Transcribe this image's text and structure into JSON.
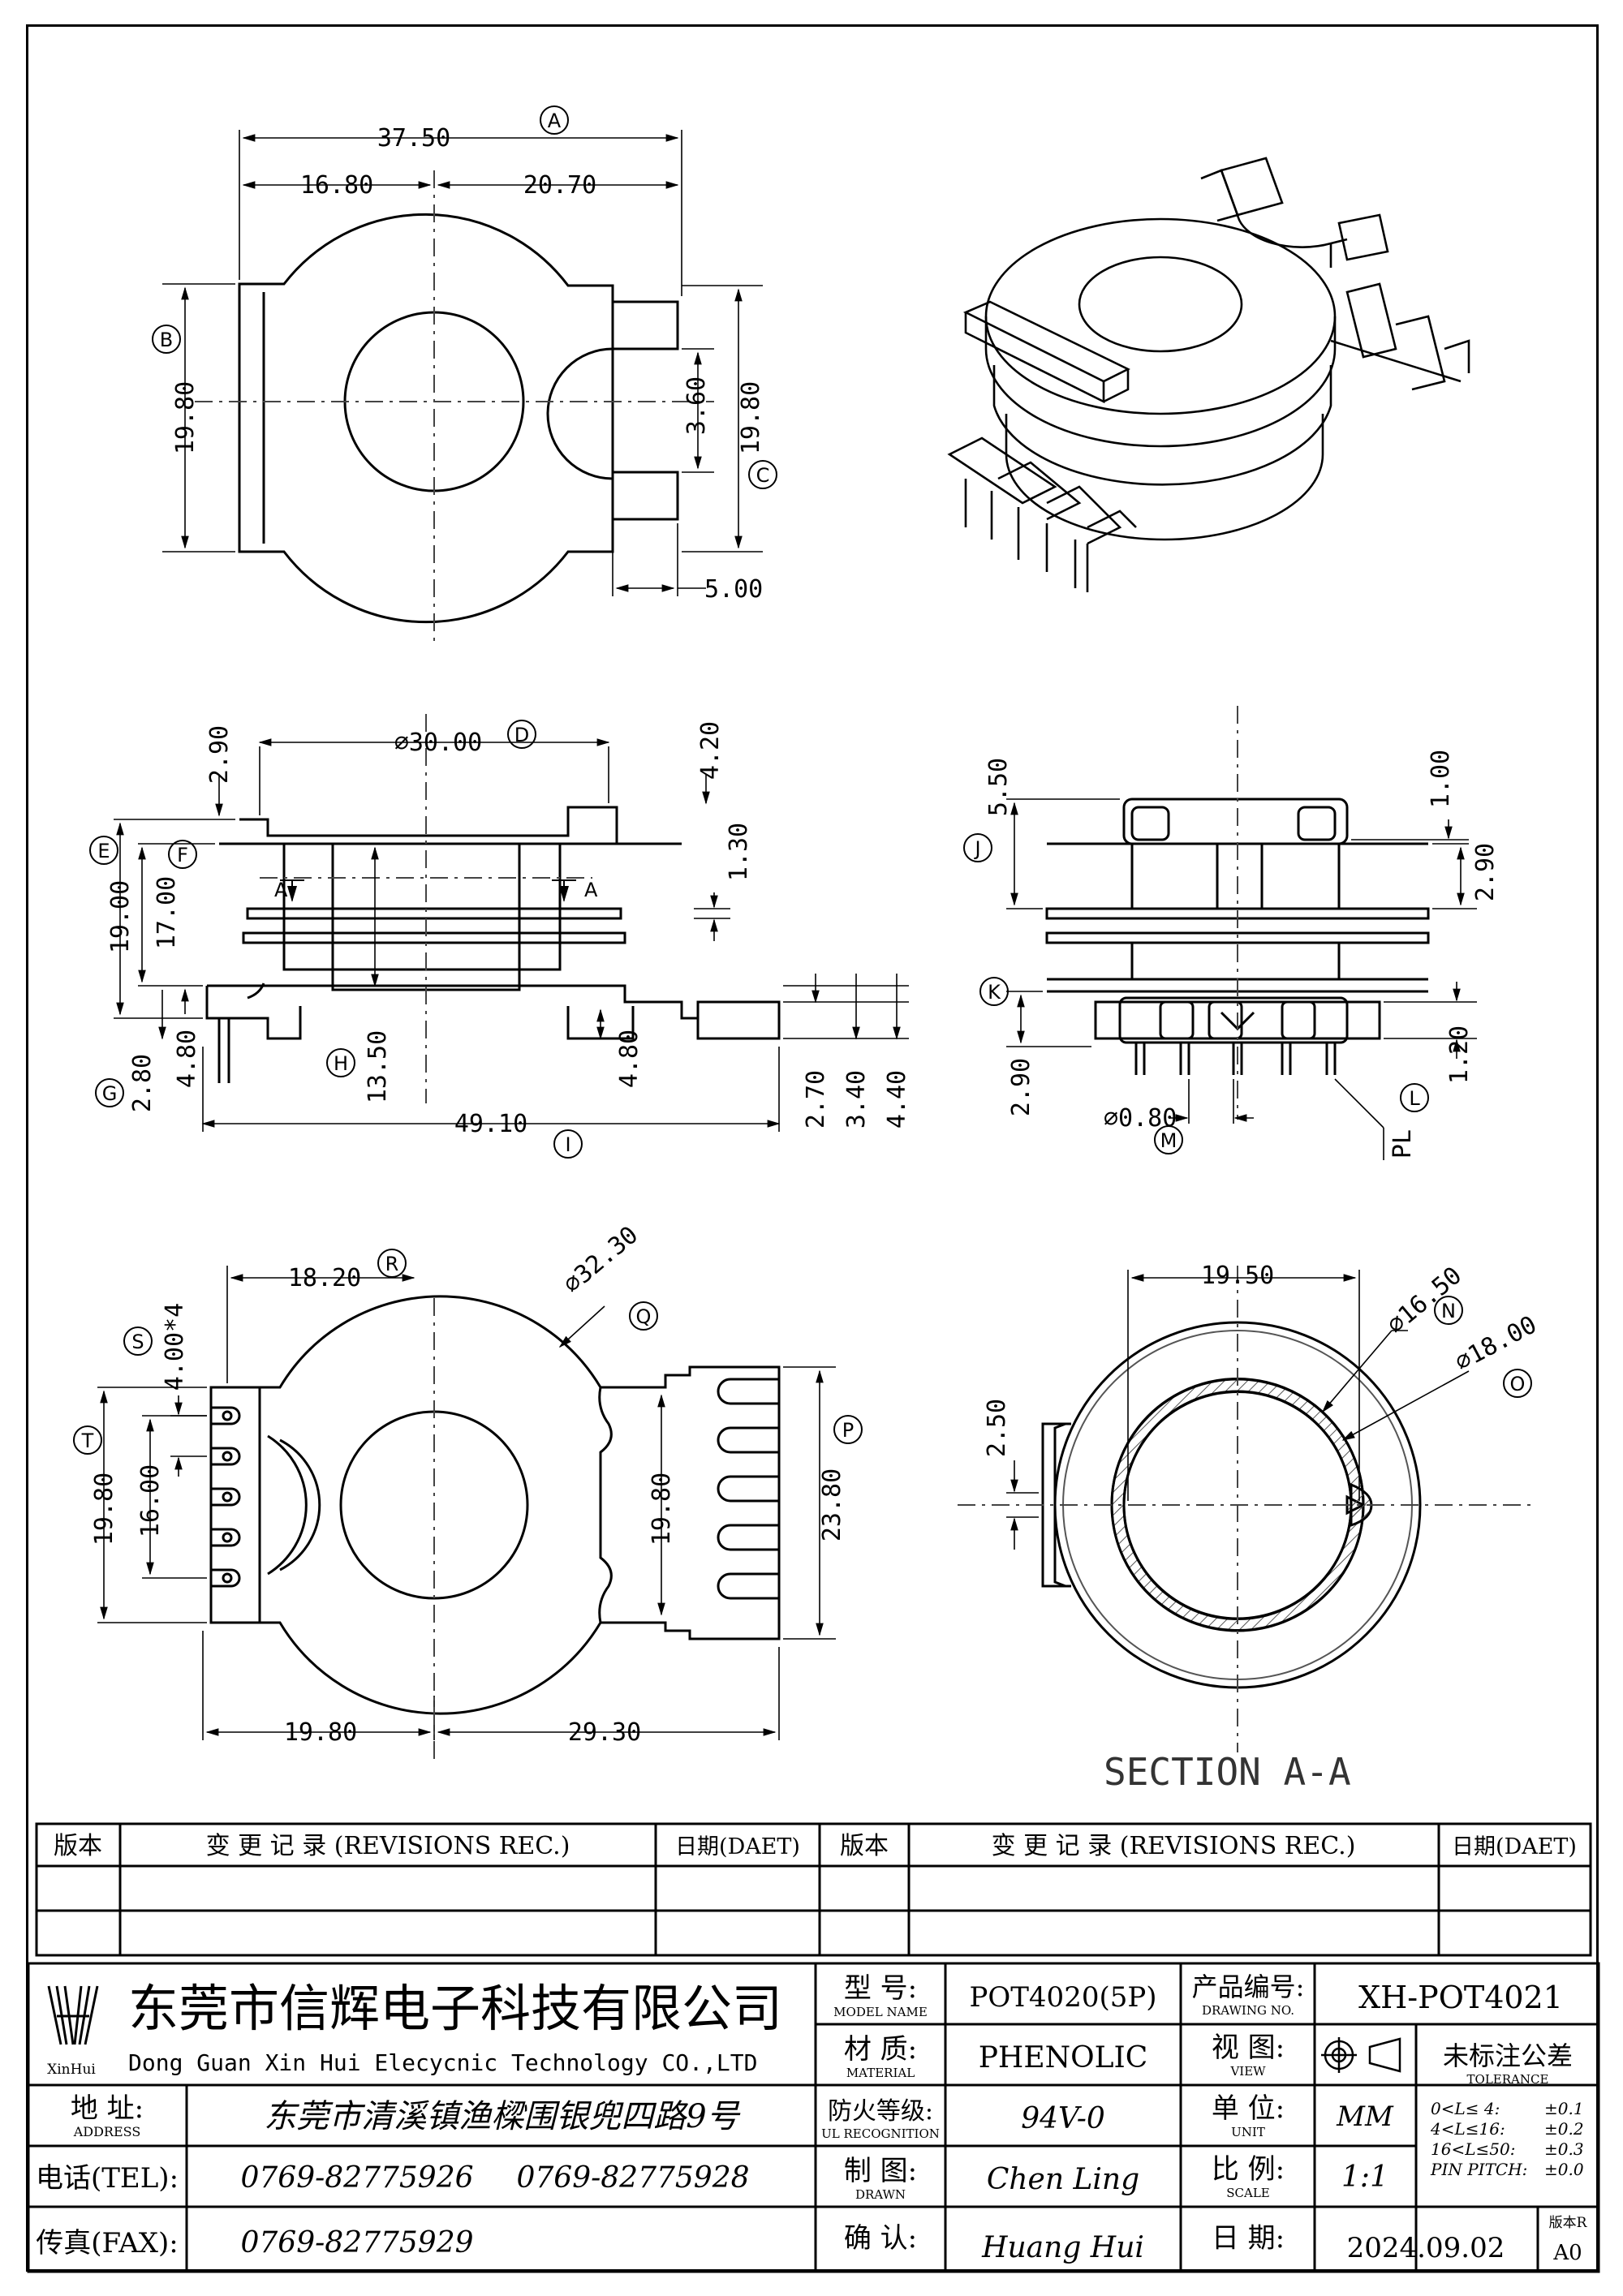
{
  "views": {
    "top": {
      "dims": {
        "overall_width": "37.50",
        "left_part": "16.80",
        "right_part": "20.70",
        "height_left": "19.80",
        "height_right": "19.80",
        "slot": "3.60",
        "pin_width": "5.00"
      },
      "labels": {
        "a": "A",
        "b": "B",
        "c": "C"
      }
    },
    "front": {
      "dims": {
        "diameter": "⌀30.00",
        "top_offset": "2.90",
        "top_right": "4.20",
        "overall_height": "19.00",
        "inner_height": "17.00",
        "flange": "1.30",
        "core_height": "13.50",
        "base_left": "4.80",
        "base_right": "4.80",
        "bottom_left": "2.80",
        "total_length": "49.10",
        "r1": "2.70",
        "r2": "3.40",
        "r3": "4.40"
      },
      "labels": {
        "d": "D",
        "e": "E",
        "f": "F",
        "g": "G",
        "h": "H",
        "i": "I",
        "section_left": "A",
        "section_right": "A"
      }
    },
    "side": {
      "dims": {
        "top": "5.50",
        "top_right": "1.00",
        "flange_right": "2.90",
        "bottom_left": "2.90",
        "bottom_right": "1.20",
        "pin_dia": "⌀0.80",
        "pin_pitch": "PL"
      },
      "labels": {
        "j": "J",
        "k": "K",
        "l": "L",
        "m": "M"
      }
    },
    "bottom": {
      "dims": {
        "top_width": "18.20",
        "diameter": "⌀32.30",
        "pin_spacing": "4.00*4",
        "height_left": "19.80",
        "inner_left": "16.00",
        "center_height": "19.80",
        "height_right": "23.80",
        "left_width": "19.80",
        "right_width": "29.30"
      },
      "labels": {
        "r": "R",
        "q": "Q",
        "s": "S",
        "t": "T",
        "p": "P"
      }
    },
    "section": {
      "dims": {
        "width": "19.50",
        "dia_inner": "⌀16.50",
        "dia_outer": "⌀18.00",
        "rib": "2.50"
      },
      "labels": {
        "n": "N",
        "o": "O"
      },
      "title": "SECTION  A-A"
    }
  },
  "revisions": {
    "headers": [
      "版本",
      "变 更 记 录 (REVISIONS REC.)",
      "日期(DAET)",
      "版本",
      "变 更 记 录 (REVISIONS REC.)",
      "日期(DAET)"
    ]
  },
  "title_block": {
    "company_cn": "东莞市信辉电子科技有限公司",
    "company_en": "Dong Guan Xin Hui Elecycnic Technology CO.,LTD",
    "logo_text": "XinHui",
    "address_label": "地  址:",
    "address_label_en": "ADDRESS",
    "address": "东莞市清溪镇渔樑围银兜四路9号",
    "tel_label": "电话(TEL):",
    "tel1": "0769-82775926",
    "tel2": "0769-82775928",
    "fax_label": "传真(FAX):",
    "fax": "0769-82775929",
    "model_label": "型  号:",
    "model_label_en": "MODEL NAME",
    "model": "POT4020(5P)",
    "material_label": "材  质:",
    "material_label_en": "MATERIAL",
    "material": "PHENOLIC",
    "fire_label": "防火等级:",
    "fire_label_en": "UL RECOGNITION",
    "fire": "94V-0",
    "drawn_label": "制  图:",
    "drawn_label_en": "DRAWN",
    "drawn": "Chen Ling",
    "confirm_label": "确  认:",
    "confirm": "Huang Hui",
    "drawing_no_label": "产品编号:",
    "drawing_no_label_en": "DRAWING NO.",
    "drawing_no": "XH-POT4021",
    "view_label": "视  图:",
    "view_label_en": "VIEW",
    "unit_label": "单  位:",
    "unit_label_en": "UNIT",
    "unit": "MM",
    "scale_label": "比  例:",
    "scale_label_en": "SCALE",
    "scale": "1:1",
    "date_label": "日  期:",
    "date": "2024.09.02",
    "version_label": "版本R",
    "version": "A0",
    "tolerance_title": "未标注公差",
    "tolerance_title_en": "TOLERANCE",
    "tolerances": [
      {
        "range": "0<L≤ 4:",
        "value": "±0.1"
      },
      {
        "range": "4<L≤16:",
        "value": "±0.2"
      },
      {
        "range": "16<L≤50:",
        "value": "±0.3"
      },
      {
        "range": "PIN PITCH:",
        "value": "±0.0"
      }
    ]
  }
}
